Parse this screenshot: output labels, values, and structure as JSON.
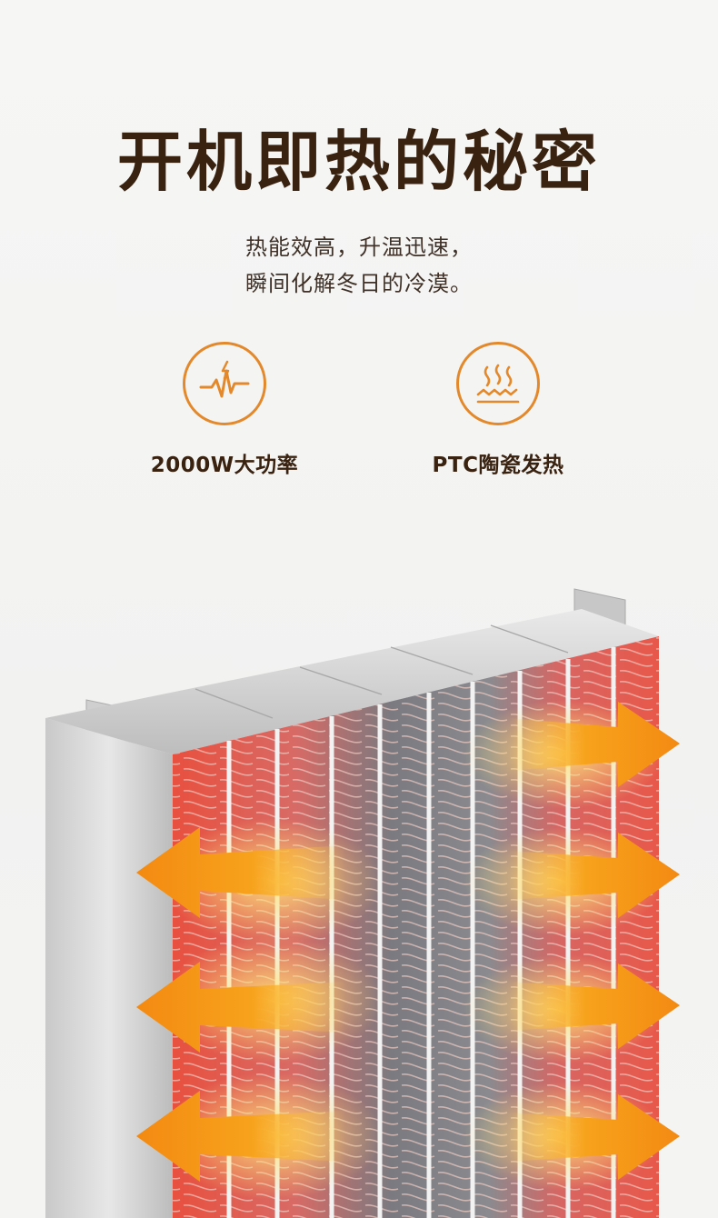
{
  "headline": {
    "title": "开机即热的秘密",
    "line1": "热能效高，升温迅速，",
    "line2": "瞬间化解冬日的冷漠。"
  },
  "features": [
    {
      "icon": "power-pulse-icon",
      "label": "2000W大功率"
    },
    {
      "icon": "heat-waves-icon",
      "label": "PTC陶瓷发热"
    }
  ],
  "colors": {
    "title": "#3a2210",
    "accent": "#e3892b",
    "arrow": "#f39a1f",
    "heat": "#e8564a"
  }
}
